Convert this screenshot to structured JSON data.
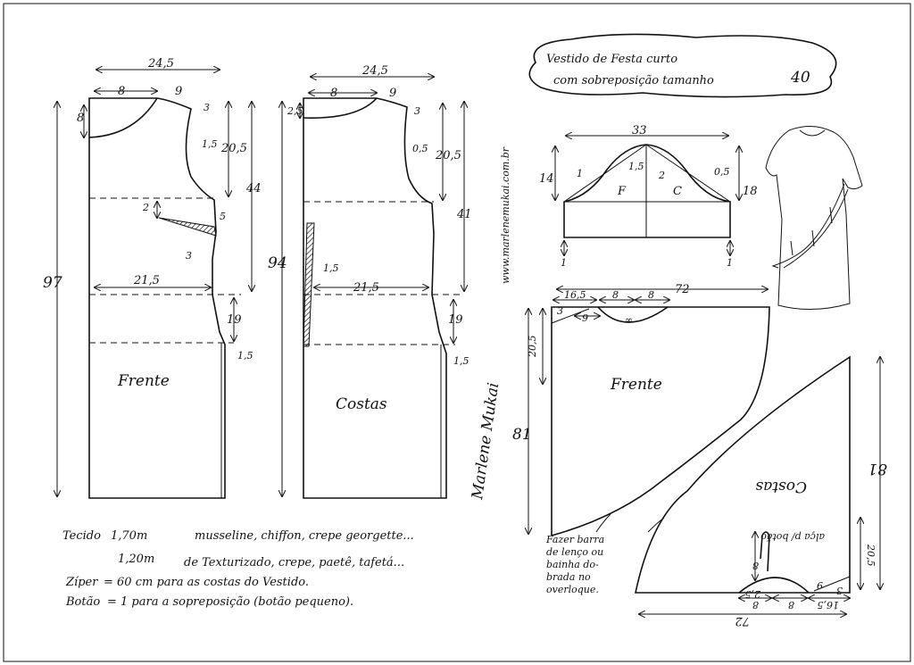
{
  "title": {
    "line1": "Vestido de Festa curto",
    "line2": "com sobreposição tamanho",
    "size": "40"
  },
  "website": "www.marlenemukai.com.br",
  "signature": "Marlene Mukai",
  "front_bodice": {
    "label": "Frente",
    "width_top": "24,5",
    "neck_w": "8",
    "neck_d": "8",
    "shoulder_w": "9",
    "shoulder_drop": "3",
    "armhole": "1,5",
    "armhole_depth": "20,5",
    "dart_h": "2",
    "dart_s": "5",
    "dart_w": "3",
    "side": "44",
    "waist": "21,5",
    "hip": "19",
    "hem_flare": "1,5",
    "length": "97"
  },
  "back_bodice": {
    "label": "Costas",
    "width_top": "24,5",
    "neck_w": "8",
    "neck_d": "2,5",
    "shoulder_w": "9",
    "shoulder_drop": "3",
    "armhole": "0,5",
    "armhole_depth": "20,5",
    "side": "41",
    "zipper_ease": "1,5",
    "waist": "21,5",
    "hip": "19",
    "hem_flare": "1,5",
    "length": "94"
  },
  "sleeve": {
    "width": "33",
    "cap_left": "14",
    "cap_right": "18",
    "front_mark": "F",
    "back_mark": "C",
    "c1": "1",
    "c2": "1,5",
    "c3": "2",
    "c4": "0,5",
    "b1": "1",
    "b2": "1"
  },
  "overlay": {
    "top_width": "72",
    "seg1": "16,5",
    "seg2": "8",
    "seg3": "8",
    "s3": "3",
    "s9": "9",
    "armhole": "20,5",
    "length": "81",
    "front_label": "Frente",
    "back_label": "Costas",
    "back_length": "81",
    "fold": "∞",
    "note": "Fazer barra de lenço ou bainha do- brada no overloque.",
    "button_loop": "alça p/ botão",
    "loop_len": "8",
    "loop_d": "2,5"
  },
  "materials": {
    "fabric_label": "Tecido",
    "fabric_1": "1,70m",
    "fabric_1_desc": "musseline, chiffon, crepe georgette...",
    "fabric_2": "1,20m",
    "fabric_2_desc": "de Texturizado, crepe, paetê, tafetá...",
    "zipper_label": "Zíper",
    "zipper_desc": "= 60 cm para as costas do Vestido.",
    "button_label": "Botão",
    "button_desc": "= 1 para a sopreposição (botão pequeno)."
  }
}
